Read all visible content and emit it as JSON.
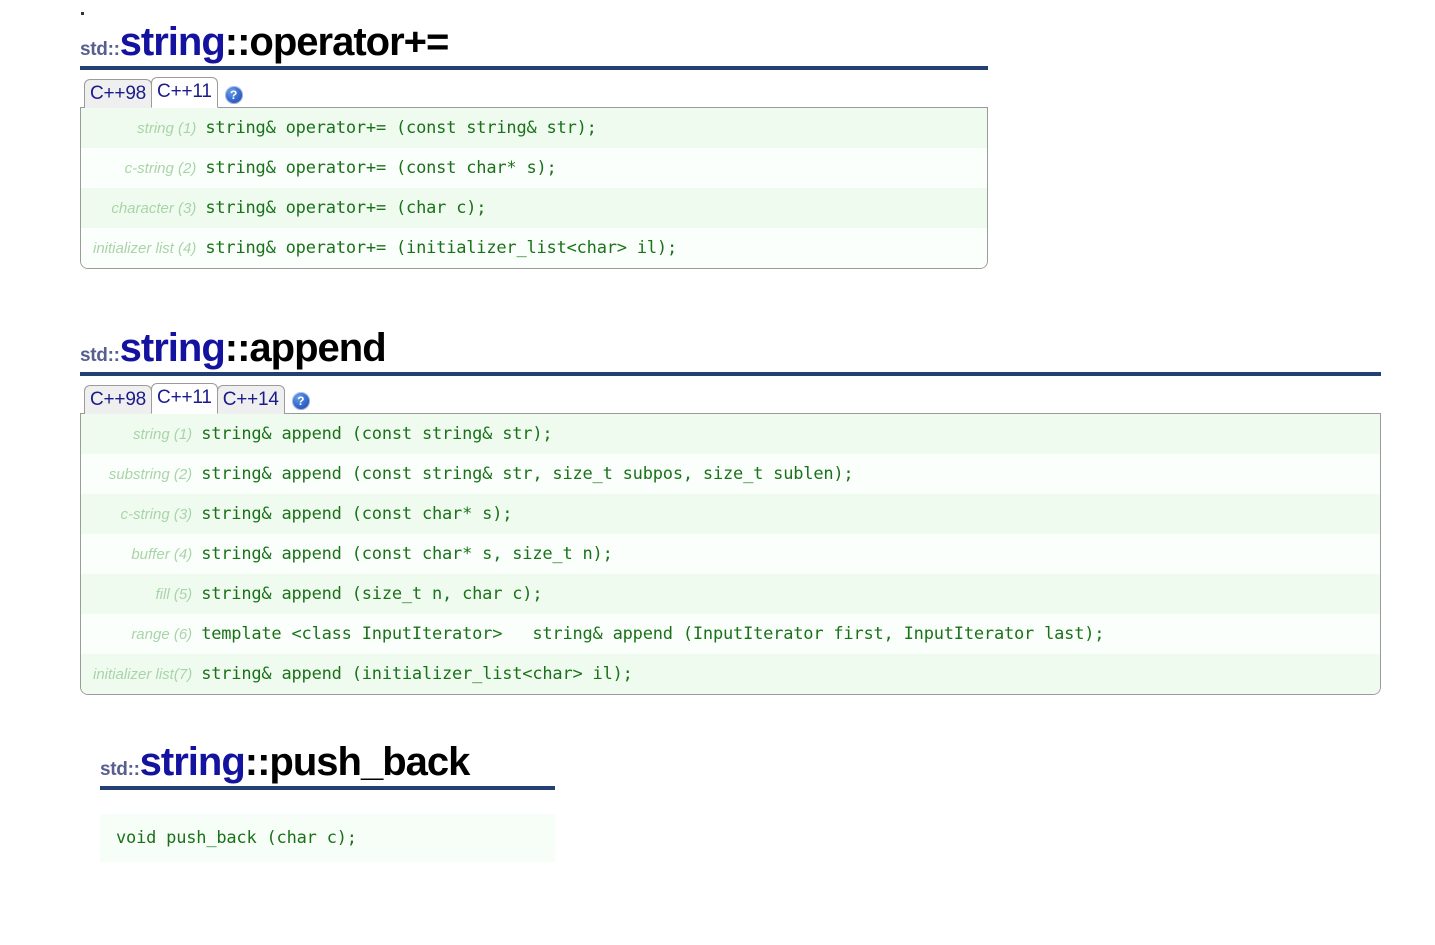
{
  "page": {
    "background": "#ffffff",
    "heading_namespace": "std::",
    "heading_class": "string",
    "heading_separator": "::",
    "accent_underline_color": "#243f73",
    "class_color": "#1313a0",
    "namespace_color": "#585f8f",
    "code_color": "#197219",
    "tag_color": "#a9d4a9",
    "tab_text_color": "#1b1b8c"
  },
  "sections": [
    {
      "id": "operator-plus-equals",
      "heading": {
        "namespace": "std::",
        "class": "string",
        "separator": "::",
        "member": "operator+="
      },
      "tabs": [
        {
          "label": "C++98",
          "active": false
        },
        {
          "label": "C++11",
          "active": true
        }
      ],
      "help_icon": "help-question-icon",
      "help_icon_glyph": "?",
      "signatures": [
        {
          "tag": "string (1)",
          "code": "string& operator+= (const string& str);"
        },
        {
          "tag": "c-string (2)",
          "code": "string& operator+= (const char* s);"
        },
        {
          "tag": "character (3)",
          "code": "string& operator+= (char c);"
        },
        {
          "tag": "initializer list (4)",
          "code": "string& operator+= (initializer_list<char> il);"
        }
      ]
    },
    {
      "id": "append",
      "heading": {
        "namespace": "std::",
        "class": "string",
        "separator": "::",
        "member": "append"
      },
      "tabs": [
        {
          "label": "C++98",
          "active": false
        },
        {
          "label": "C++11",
          "active": true
        },
        {
          "label": "C++14",
          "active": false
        }
      ],
      "help_icon": "help-question-icon",
      "help_icon_glyph": "?",
      "signatures": [
        {
          "tag": "string (1)",
          "code": "string& append (const string& str);"
        },
        {
          "tag": "substring (2)",
          "code": "string& append (const string& str, size_t subpos, size_t sublen);"
        },
        {
          "tag": "c-string (3)",
          "code": "string& append (const char* s);"
        },
        {
          "tag": "buffer (4)",
          "code": "string& append (const char* s, size_t n);"
        },
        {
          "tag": "fill (5)",
          "code": "string& append (size_t n, char c);"
        },
        {
          "tag": "range (6)",
          "code": "template <class InputIterator>   string& append (InputIterator first, InputIterator last);"
        },
        {
          "tag": "initializer list(7)",
          "code": "string& append (initializer_list<char> il);"
        }
      ]
    },
    {
      "id": "push-back",
      "heading": {
        "namespace": "std::",
        "class": "string",
        "separator": "::",
        "member": "push_back"
      },
      "tabs": [],
      "code": "void push_back (char c);"
    }
  ]
}
